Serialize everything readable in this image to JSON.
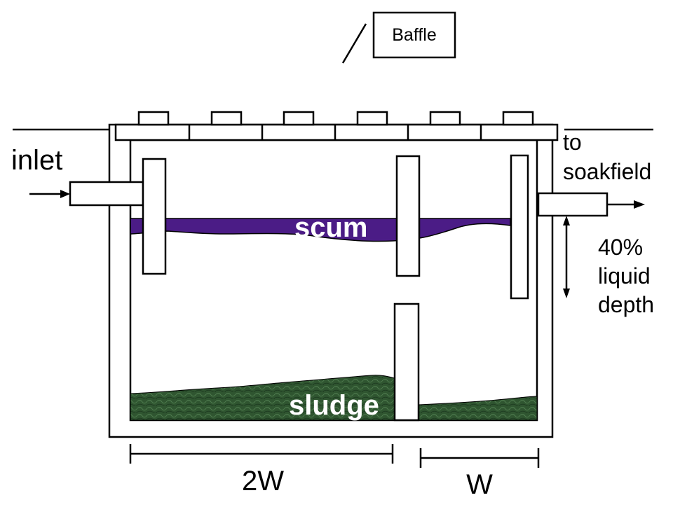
{
  "labels": {
    "baffle": "Baffle",
    "inlet": "inlet",
    "outlet_line1": "to",
    "outlet_line2": "soakfield",
    "scum": "scum",
    "sludge": "sludge",
    "depth_line1": "40%",
    "depth_line2": "liquid",
    "depth_line3": "depth",
    "dim_left": "2W",
    "dim_right": "W"
  },
  "colors": {
    "scum": "#4b1c86",
    "sludge": "#2f5530",
    "outline": "#000000",
    "fill": "#ffffff"
  }
}
